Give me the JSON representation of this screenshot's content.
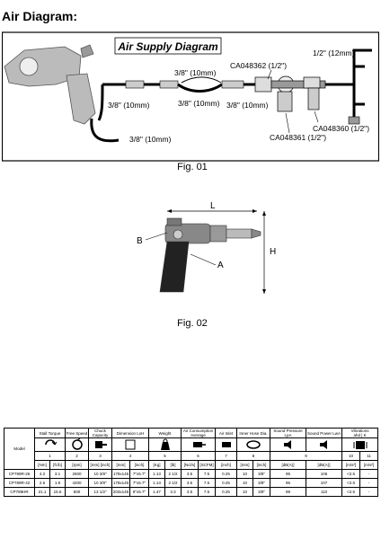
{
  "heading": "Air Diagram:",
  "diagram": {
    "banner": "Air Supply Diagram",
    "hose_labels": [
      "3/8\" (10mm)",
      "3/8\" (10mm)",
      "3/8\" (10mm)",
      "3/8\" (10mm)",
      "3/8\" (10mm)"
    ],
    "pipe_label": "1/2\" (12mm)",
    "parts": [
      "CA048362 (1/2\")",
      "CA048360 (1/2\")",
      "CA048361 (1/2\")"
    ]
  },
  "fig1": "Fig. 01",
  "tool_labels": {
    "L": "L",
    "H": "H",
    "A": "A",
    "B": "B"
  },
  "fig2": "Fig. 02",
  "table": {
    "model_header": "Model",
    "headers": [
      "Stall Torque",
      "Free Speed",
      "Chuck Capacity",
      "Dimension LxH",
      "Weight",
      "Air Consumption Average",
      "Air Inlet",
      "Inner Hose Dia.",
      "Sound Pressure LpA",
      "Sound Power LwA",
      "Vibrations"
    ],
    "vib_sub": [
      "ahd",
      "K"
    ],
    "numbers": [
      "1",
      "2",
      "3",
      "4",
      "5",
      "6",
      "7",
      "8",
      "9",
      "10",
      "11"
    ],
    "units": [
      "[Nm]",
      "[ft.lb]",
      "[rpm]",
      "[mm] [inch]",
      "[mm]",
      "[inch]",
      "[Kg]",
      "[lb]",
      "[Ncl/s]",
      "[SCFM]",
      "[inch]",
      "[mm]",
      "[inch]",
      "[dB(A)]",
      "[dB(A)]",
      "[m/s²]",
      "[m/s²]"
    ],
    "rows": [
      [
        "CP789R-26",
        "4.2",
        "3.1",
        "2600",
        "10 3/8\"",
        "178x145",
        "7\"x5.7\"",
        "1.13",
        "2 1/2",
        "3.5",
        "7.5",
        "0.25",
        "10",
        "3/8\"",
        "95",
        "106",
        "<2.5",
        "-"
      ],
      [
        "CP789R-42",
        "2.5",
        "1.9",
        "4200",
        "10 3/8\"",
        "178x145",
        "7\"x5.7\"",
        "1.13",
        "2 1/2",
        "3.5",
        "7.5",
        "0.25",
        "10",
        "3/8\"",
        "96",
        "107",
        "<2.5",
        "-"
      ],
      [
        "CP789HR",
        "21.1",
        "15.6",
        "500",
        "13 1/2\"",
        "203x145",
        "8\"x5.7\"",
        "1.47",
        "3.3",
        "3.5",
        "7.5",
        "0.25",
        "10",
        "3/8\"",
        "99",
        "110",
        "<2.5",
        "-"
      ]
    ]
  }
}
